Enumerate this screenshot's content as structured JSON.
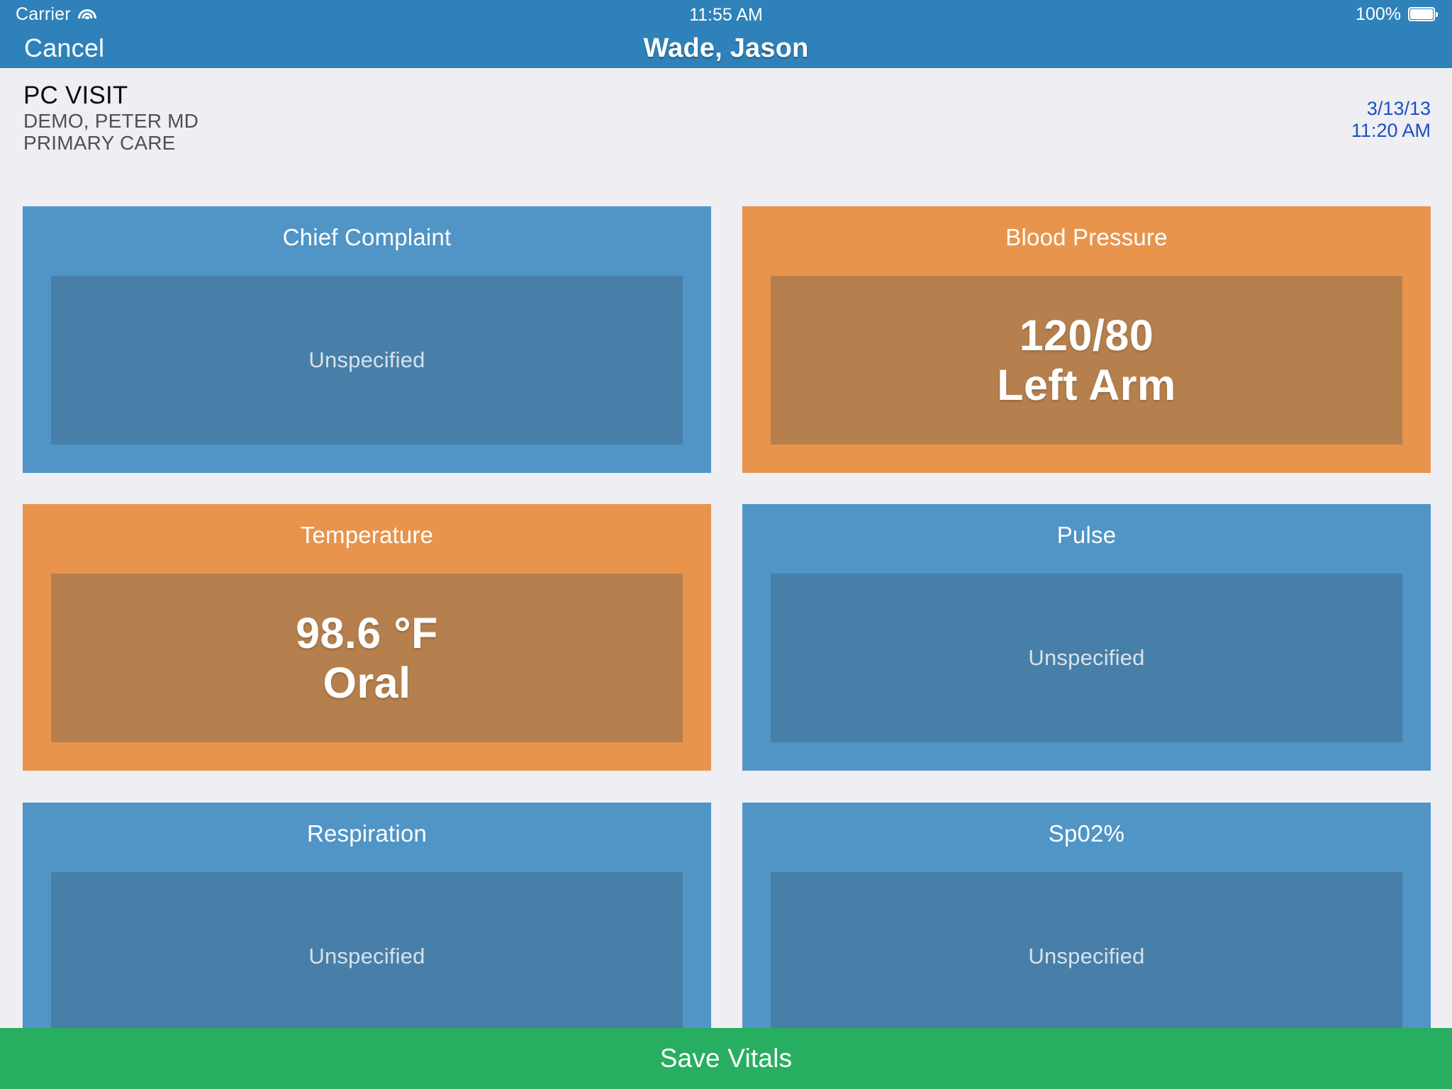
{
  "status_bar": {
    "carrier": "Carrier",
    "wifi_icon": "wifi-icon",
    "time": "11:55 AM",
    "battery_percent": "100%",
    "battery_icon": "battery-full-icon"
  },
  "nav_bar": {
    "cancel_label": "Cancel",
    "title": "Wade, Jason"
  },
  "visit_header": {
    "visit_type": "PC VISIT",
    "provider": "DEMO, PETER MD",
    "department": "PRIMARY CARE",
    "date": "3/13/13",
    "time": "11:20 AM",
    "datetime_color": "#1a4fc4"
  },
  "vitals_cards": [
    {
      "name": "chief-complaint",
      "title": "Chief Complaint",
      "state": "empty",
      "placeholder": "Unspecified",
      "value_line1": "",
      "value_line2": "",
      "color": "#5095c6",
      "panel_color": "#477fa8"
    },
    {
      "name": "blood-pressure",
      "title": "Blood Pressure",
      "state": "filled",
      "placeholder": "",
      "value_line1": "120/80",
      "value_line2": "Left Arm",
      "color": "#e8944c",
      "panel_color": "#b5804d"
    },
    {
      "name": "temperature",
      "title": "Temperature",
      "state": "filled",
      "placeholder": "",
      "value_line1": "98.6 °F",
      "value_line2": "Oral",
      "color": "#e8944c",
      "panel_color": "#b5804d"
    },
    {
      "name": "pulse",
      "title": "Pulse",
      "state": "empty",
      "placeholder": "Unspecified",
      "value_line1": "",
      "value_line2": "",
      "color": "#5095c6",
      "panel_color": "#477fa8"
    },
    {
      "name": "respiration",
      "title": "Respiration",
      "state": "empty",
      "placeholder": "Unspecified",
      "value_line1": "",
      "value_line2": "",
      "color": "#5095c6",
      "panel_color": "#477fa8"
    },
    {
      "name": "spo2",
      "title": "Sp02%",
      "state": "empty",
      "placeholder": "Unspecified",
      "value_line1": "",
      "value_line2": "",
      "color": "#5095c6",
      "panel_color": "#477fa8"
    }
  ],
  "save_bar": {
    "label": "Save Vitals",
    "color": "#27ae60"
  }
}
